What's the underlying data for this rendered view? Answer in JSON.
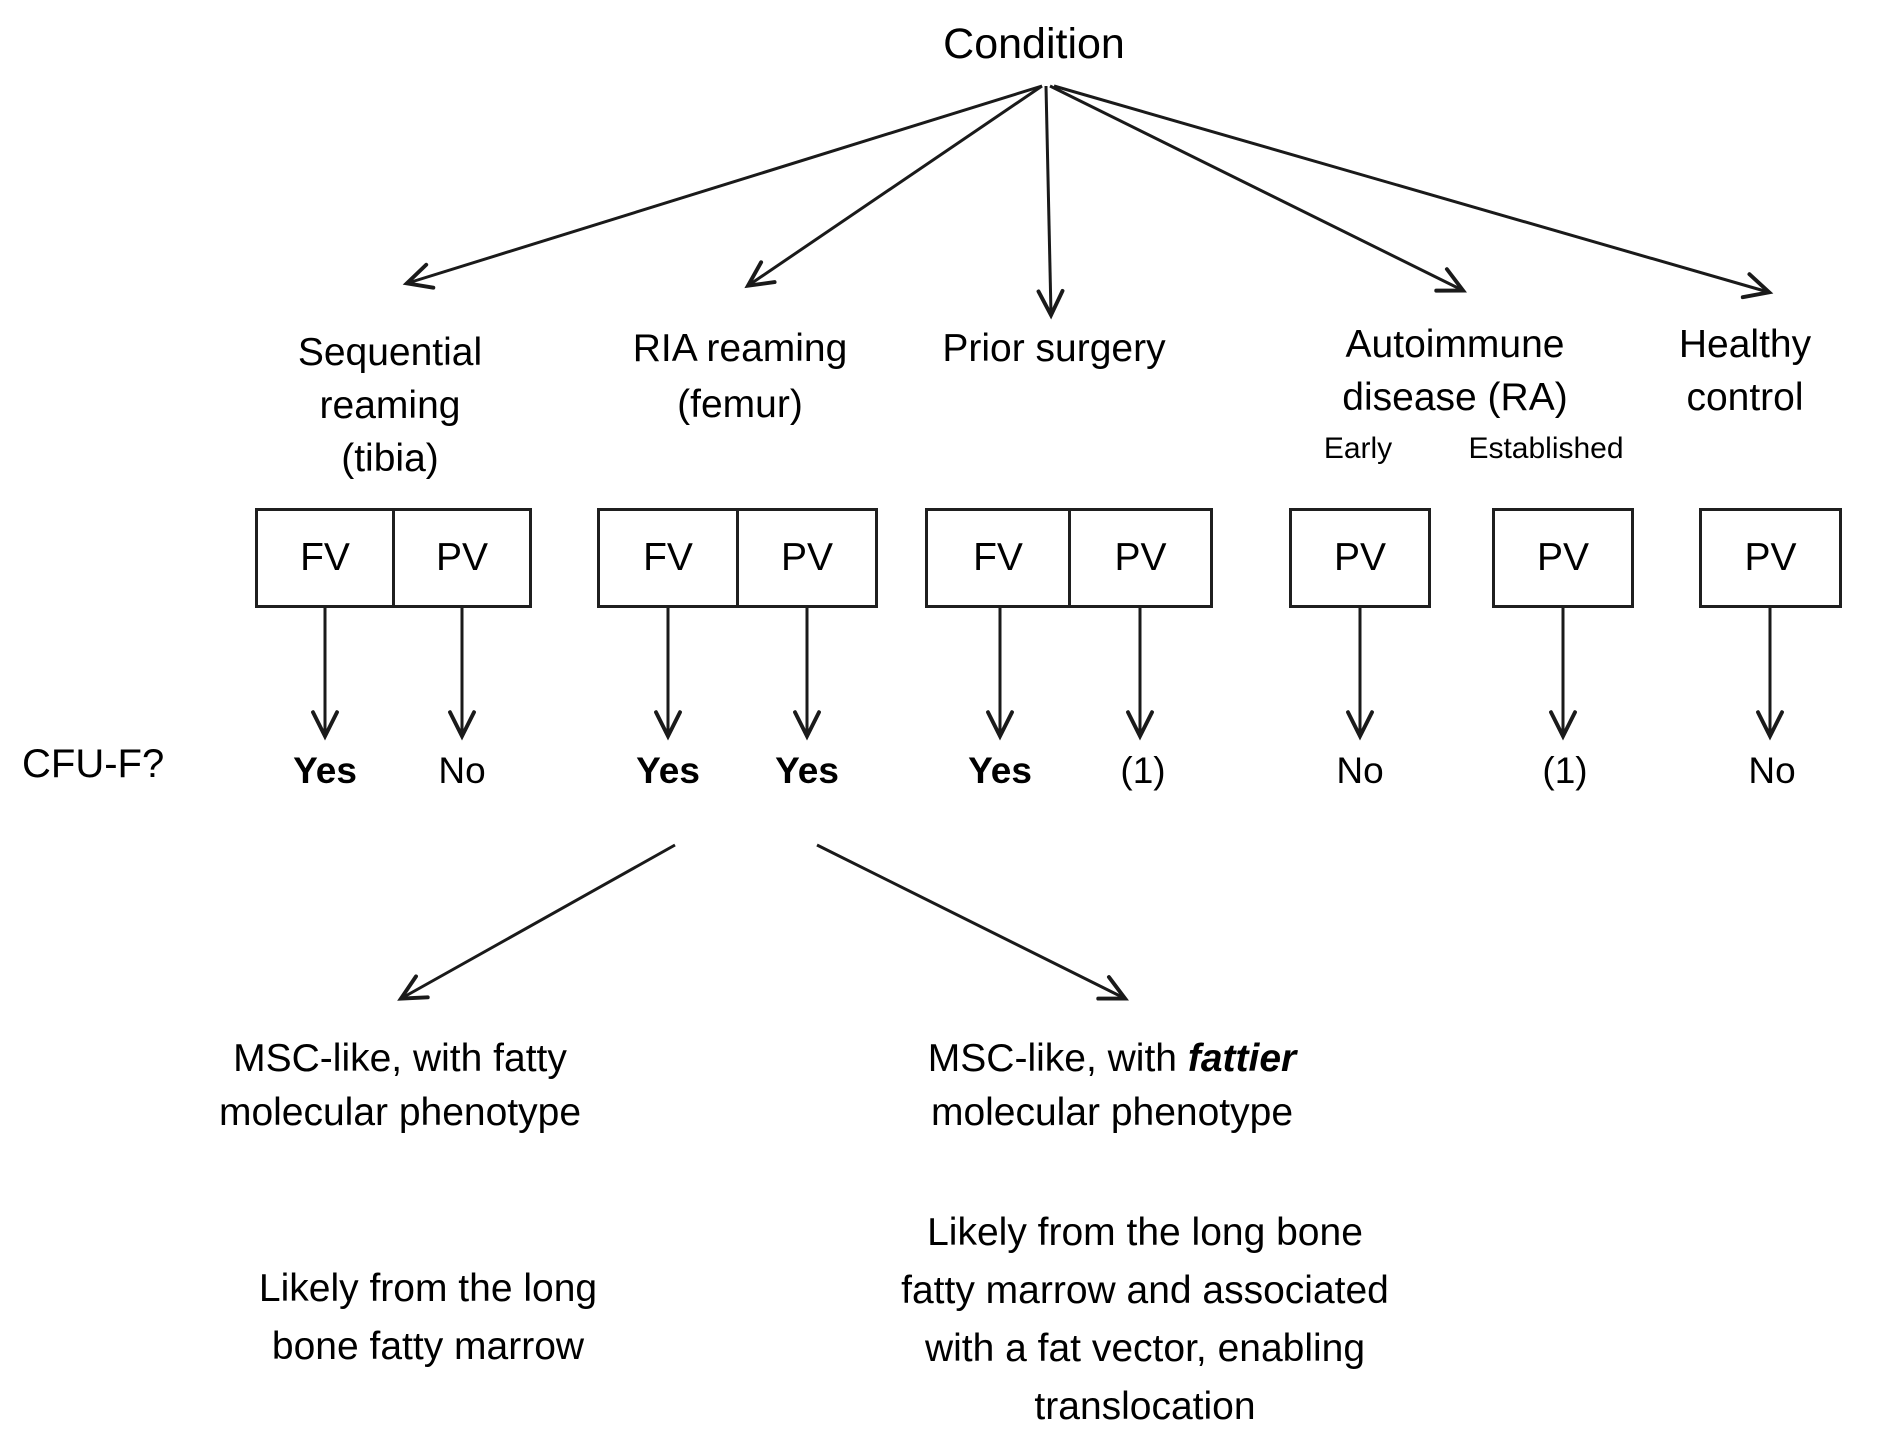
{
  "title": "Condition",
  "cfu_question": "CFU-F?",
  "branches": [
    {
      "label_lines": [
        "Sequential",
        "reaming",
        "(tibia)"
      ],
      "boxes": [
        {
          "label": "FV",
          "result": "Yes",
          "weight": "bold"
        },
        {
          "label": "PV",
          "result": "No",
          "weight": "normal"
        }
      ]
    },
    {
      "label_lines": [
        "RIA reaming",
        "(femur)"
      ],
      "boxes": [
        {
          "label": "FV",
          "result": "Yes",
          "weight": "bold"
        },
        {
          "label": "PV",
          "result": "Yes",
          "weight": "bold"
        }
      ]
    },
    {
      "label_lines": [
        "Prior surgery"
      ],
      "boxes": [
        {
          "label": "FV",
          "result": "Yes",
          "weight": "bold"
        },
        {
          "label": "PV",
          "result": "(1)",
          "weight": "normal"
        }
      ]
    },
    {
      "label_lines": [
        "Autoimmune",
        "disease (RA)"
      ],
      "sub_labels": [
        "Early",
        "Established"
      ],
      "boxes": [
        {
          "label": "PV",
          "result": "No",
          "weight": "normal"
        },
        {
          "label": "PV",
          "result": "(1)",
          "weight": "normal"
        }
      ]
    },
    {
      "label_lines": [
        "Healthy",
        "control"
      ],
      "boxes": [
        {
          "label": "PV",
          "result": "No",
          "weight": "normal"
        }
      ]
    }
  ],
  "outcomes": {
    "left": {
      "phenotype_lines": [
        "MSC-like, with fatty",
        "molecular phenotype"
      ],
      "origin_lines": [
        "Likely from the long",
        "bone fatty marrow"
      ]
    },
    "right": {
      "phenotype_prefix": "MSC-like, with ",
      "phenotype_em": "fattier",
      "phenotype_line2": "molecular phenotype",
      "origin_lines": [
        "Likely from the long bone",
        "fatty marrow and associated",
        "with a fat vector, enabling",
        "translocation"
      ]
    }
  },
  "colors": {
    "text": "#000000",
    "line": "#1a1a1a"
  }
}
